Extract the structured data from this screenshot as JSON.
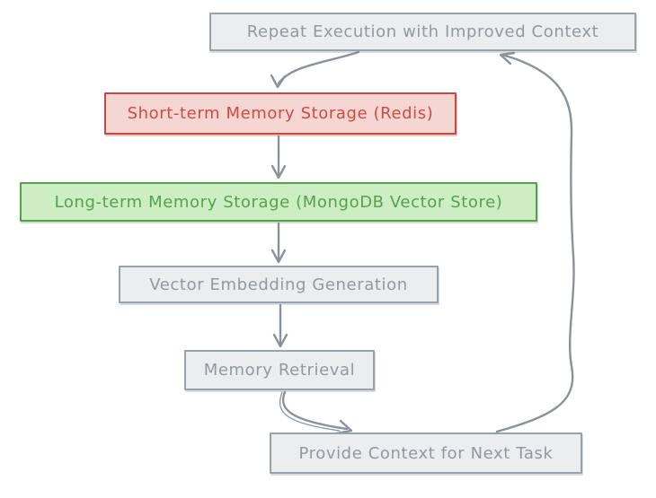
{
  "diagram": {
    "type": "flowchart",
    "nodes": [
      {
        "id": "repeat-execution",
        "label": "Repeat Execution with Improved Context",
        "variant": "gray"
      },
      {
        "id": "short-term-memory",
        "label": "Short-term Memory Storage (Redis)",
        "variant": "red"
      },
      {
        "id": "long-term-memory",
        "label": "Long-term Memory Storage (MongoDB Vector Store)",
        "variant": "green"
      },
      {
        "id": "vector-embedding",
        "label": "Vector Embedding Generation",
        "variant": "gray"
      },
      {
        "id": "memory-retrieval",
        "label": "Memory Retrieval",
        "variant": "gray"
      },
      {
        "id": "provide-context",
        "label": "Provide Context for Next Task",
        "variant": "gray"
      }
    ],
    "edges": [
      {
        "from": "repeat-execution",
        "to": "short-term-memory"
      },
      {
        "from": "short-term-memory",
        "to": "long-term-memory"
      },
      {
        "from": "long-term-memory",
        "to": "vector-embedding"
      },
      {
        "from": "vector-embedding",
        "to": "memory-retrieval"
      },
      {
        "from": "memory-retrieval",
        "to": "provide-context"
      },
      {
        "from": "provide-context",
        "to": "repeat-execution"
      }
    ],
    "colors": {
      "background": "#ffffff",
      "arrow": "#8a929c",
      "gray_fill": "#ebedef",
      "gray_border": "#99a1ab",
      "gray_text": "#9199a1",
      "red_fill": "#f6d6d3",
      "red_border": "#c64a42",
      "red_text": "#cf4a41",
      "green_fill": "#cdeec3",
      "green_border": "#57a14e",
      "green_text": "#57a14e"
    }
  }
}
